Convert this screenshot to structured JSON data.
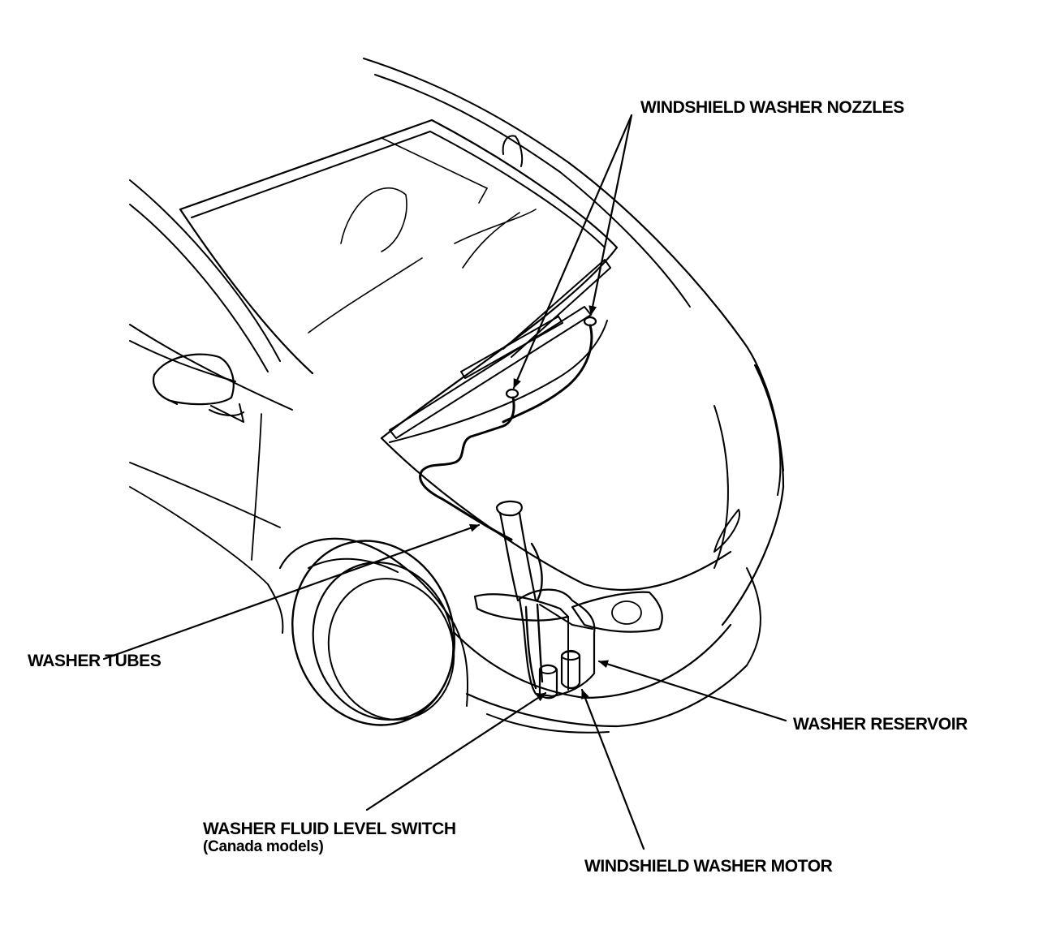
{
  "diagram": {
    "labels": {
      "nozzles": "WINDSHIELD WASHER NOZZLES",
      "tubes": "WASHER TUBES",
      "reservoir": "WASHER RESERVOIR",
      "level_switch": "WASHER FLUID LEVEL SWITCH",
      "level_switch_note": "(Canada models)",
      "motor": "WINDSHIELD WASHER MOTOR"
    }
  }
}
